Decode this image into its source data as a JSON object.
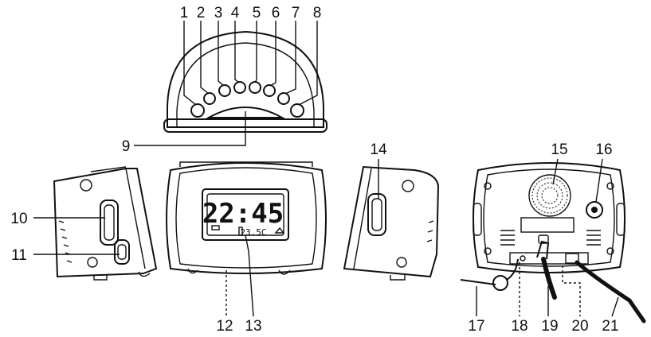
{
  "callouts": {
    "c1": "1",
    "c2": "2",
    "c3": "3",
    "c4": "4",
    "c5": "5",
    "c6": "6",
    "c7": "7",
    "c8": "8",
    "c9": "9",
    "c10": "10",
    "c11": "11",
    "c12": "12",
    "c13": "13",
    "c14": "14",
    "c15": "15",
    "c16": "16",
    "c17": "17",
    "c18": "18",
    "c19": "19",
    "c20": "20",
    "c21": "21"
  },
  "display": {
    "time": "22:45",
    "temperature": "23.5C"
  }
}
